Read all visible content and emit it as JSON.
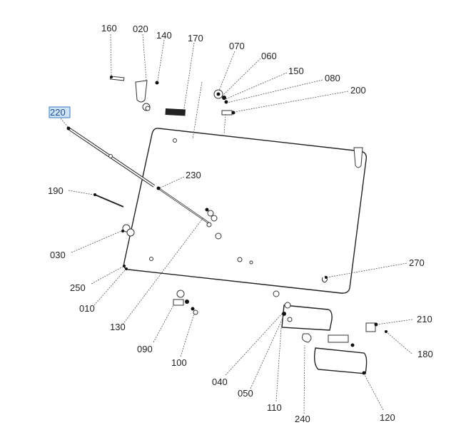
{
  "diagram": {
    "title": "Window / door panel exploded parts view",
    "highlighted_part": "220",
    "highlight_color": "#3a78c2",
    "callouts": [
      {
        "id": "160",
        "label": "160"
      },
      {
        "id": "020",
        "label": "020"
      },
      {
        "id": "140",
        "label": "140"
      },
      {
        "id": "170",
        "label": "170"
      },
      {
        "id": "070",
        "label": "070"
      },
      {
        "id": "060",
        "label": "060"
      },
      {
        "id": "150",
        "label": "150"
      },
      {
        "id": "080",
        "label": "080"
      },
      {
        "id": "200",
        "label": "200"
      },
      {
        "id": "220",
        "label": "220"
      },
      {
        "id": "230",
        "label": "230"
      },
      {
        "id": "190",
        "label": "190"
      },
      {
        "id": "030",
        "label": "030"
      },
      {
        "id": "250",
        "label": "250"
      },
      {
        "id": "010",
        "label": "010"
      },
      {
        "id": "130",
        "label": "130"
      },
      {
        "id": "090",
        "label": "090"
      },
      {
        "id": "100",
        "label": "100"
      },
      {
        "id": "270",
        "label": "270"
      },
      {
        "id": "210",
        "label": "210"
      },
      {
        "id": "180",
        "label": "180"
      },
      {
        "id": "040",
        "label": "040"
      },
      {
        "id": "050",
        "label": "050"
      },
      {
        "id": "110",
        "label": "110"
      },
      {
        "id": "240",
        "label": "240"
      },
      {
        "id": "120",
        "label": "120"
      }
    ]
  }
}
